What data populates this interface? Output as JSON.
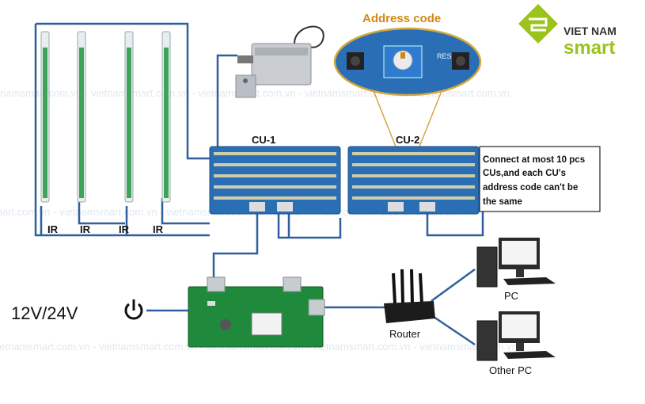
{
  "watermark": "vietnamsmart.com.vn - vietnamsmart.com.vn - vietnamsmart.com.vn - vietnamsmart.com.vn - vietnamsmart.com.vn",
  "logo": {
    "line1": "VIET NAM",
    "line2": "smart"
  },
  "address_code": {
    "title": "Address code",
    "reset_label": "RES"
  },
  "cu_boards": [
    {
      "label": "CU-1"
    },
    {
      "label": "CU-2"
    }
  ],
  "ir_labels": [
    "IR",
    "IR",
    "IR",
    "IR"
  ],
  "note": {
    "lines": [
      "Connect at most 10 pcs",
      "CUs,and each CU's",
      "address code can't be",
      "the same"
    ]
  },
  "power": {
    "label": "12V/24V"
  },
  "router": {
    "label": "Router"
  },
  "pcs": [
    {
      "label": "PC"
    },
    {
      "label": "Other PC"
    }
  ],
  "colors": {
    "wire": "#2f5f9e",
    "board": "#2a6fb5",
    "pcb_green": "#1f8a3c",
    "address_title": "#d08a17",
    "logo_green": "#9ac41c"
  }
}
